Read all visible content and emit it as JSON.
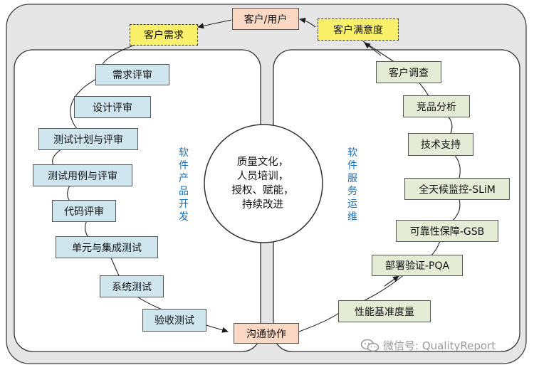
{
  "top": {
    "customer": "客户/用户"
  },
  "left": {
    "requirement": "客户需求",
    "vertical_label": "软件产品开发",
    "steps": [
      "需求评审",
      "设计评审",
      "测试计划与评审",
      "测试用例与评审",
      "代码评审",
      "单元与集成测试",
      "系统测试",
      "验收测试"
    ]
  },
  "right": {
    "satisfaction": "客户满意度",
    "vertical_label": "软件服务运维",
    "steps": [
      "客户调查",
      "竞品分析",
      "技术支持",
      "全天候监控-SLiM",
      "可靠性保障-GSB",
      "部署验证-PQA",
      "性能基准度量"
    ]
  },
  "bottom": {
    "communication": "沟通协作"
  },
  "center": {
    "lines": [
      "质量文化，",
      "人员培训，",
      "授权、赋能，",
      "持续改进"
    ]
  },
  "watermark": {
    "text": "微信号: QualityReport",
    "icon": "wechat-icon"
  },
  "colors": {
    "blue_box": "#cfe6ef",
    "green_box": "#e4ecd5",
    "peach_box": "#fbd8c3",
    "yellow_box": "#fbf06a",
    "label_blue": "#1b6fb5"
  }
}
